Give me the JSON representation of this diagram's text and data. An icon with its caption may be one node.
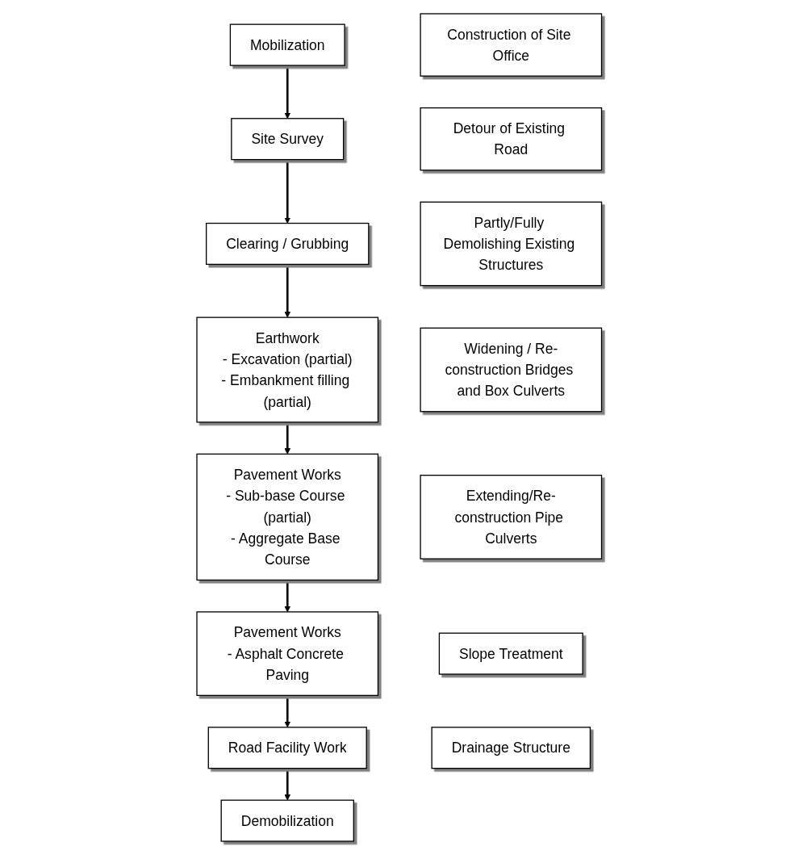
{
  "diagram": {
    "nodes": [
      {
        "text": [
          "Mobilization"
        ]
      },
      {
        "text": [
          "Site Survey"
        ]
      },
      {
        "text": [
          "Clearing / Grubbing"
        ]
      },
      {
        "text": [
          "Earthwork",
          "- Excavation (partial)",
          "- Embankment filling (partial)"
        ]
      },
      {
        "text": [
          "Pavement Works",
          "- Sub-base Course (partial)",
          "- Aggregate Base Course"
        ]
      },
      {
        "text": [
          "Pavement Works",
          "- Asphalt Concrete Paving"
        ]
      },
      {
        "text": [
          "Road Facility Work"
        ]
      },
      {
        "text": [
          "Demobilization"
        ]
      },
      {
        "text": [
          "Construction of Site Office"
        ]
      },
      {
        "text": [
          "Detour of Existing Road"
        ]
      },
      {
        "text": [
          "Partly/Fully Demolishing Existing Structures"
        ]
      },
      {
        "text": [
          "Widening / Re-construction Bridges and Box Culverts"
        ]
      },
      {
        "text": [
          "Extending/Re-construction Pipe Culverts"
        ]
      },
      {
        "text": [
          "Slope Treatment"
        ]
      },
      {
        "text": [
          "Drainage Structure"
        ]
      }
    ],
    "edges": [
      {
        "from": 0,
        "to": 1,
        "arrow": "to"
      },
      {
        "from": 1,
        "to": 2,
        "arrow": "to"
      },
      {
        "from": 2,
        "to": 3,
        "arrow": "to"
      },
      {
        "from": 3,
        "to": 4,
        "arrow": "to"
      },
      {
        "from": 4,
        "to": 5,
        "arrow": "to"
      },
      {
        "from": 5,
        "to": 6,
        "arrow": "to"
      },
      {
        "from": 6,
        "to": 7,
        "arrow": "to"
      }
    ]
  }
}
